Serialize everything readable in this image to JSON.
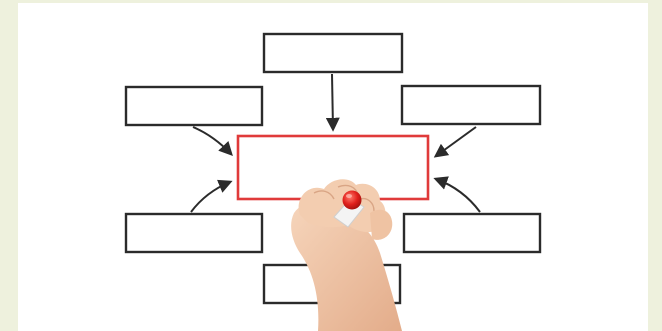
{
  "scene": {
    "description_free": true,
    "colors": {
      "page_background": "#eef1dd",
      "panel_background": "#ffffff",
      "box_stroke": "#2b2b2b",
      "center_box_stroke": "#e03a3a",
      "marker_cap": "#e0201c",
      "skin": "#f2c8a8"
    },
    "icons": {
      "center": "center-box",
      "outer": [
        "top-box",
        "upper-left-box",
        "upper-right-box",
        "lower-left-box",
        "lower-right-box",
        "bottom-box"
      ],
      "hand": "hand-with-marker-icon"
    }
  }
}
